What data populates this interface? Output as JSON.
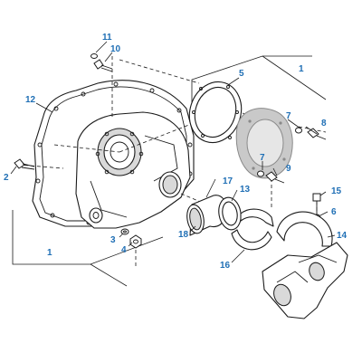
{
  "colors": {
    "callout": "#1f6fb5",
    "line": "#1a1a1a",
    "gasket_gray": "#c9c9c9"
  },
  "callouts": {
    "c1a": "1",
    "c1b": "1",
    "c2": "2",
    "c3": "3",
    "c4": "4",
    "c5": "5",
    "c6": "6",
    "c7a": "7",
    "c7b": "7",
    "c8": "8",
    "c9": "9",
    "c10": "10",
    "c11": "11",
    "c12": "12",
    "c13": "13",
    "c14": "14",
    "c15": "15",
    "c16": "16",
    "c17": "17",
    "c18": "18"
  }
}
